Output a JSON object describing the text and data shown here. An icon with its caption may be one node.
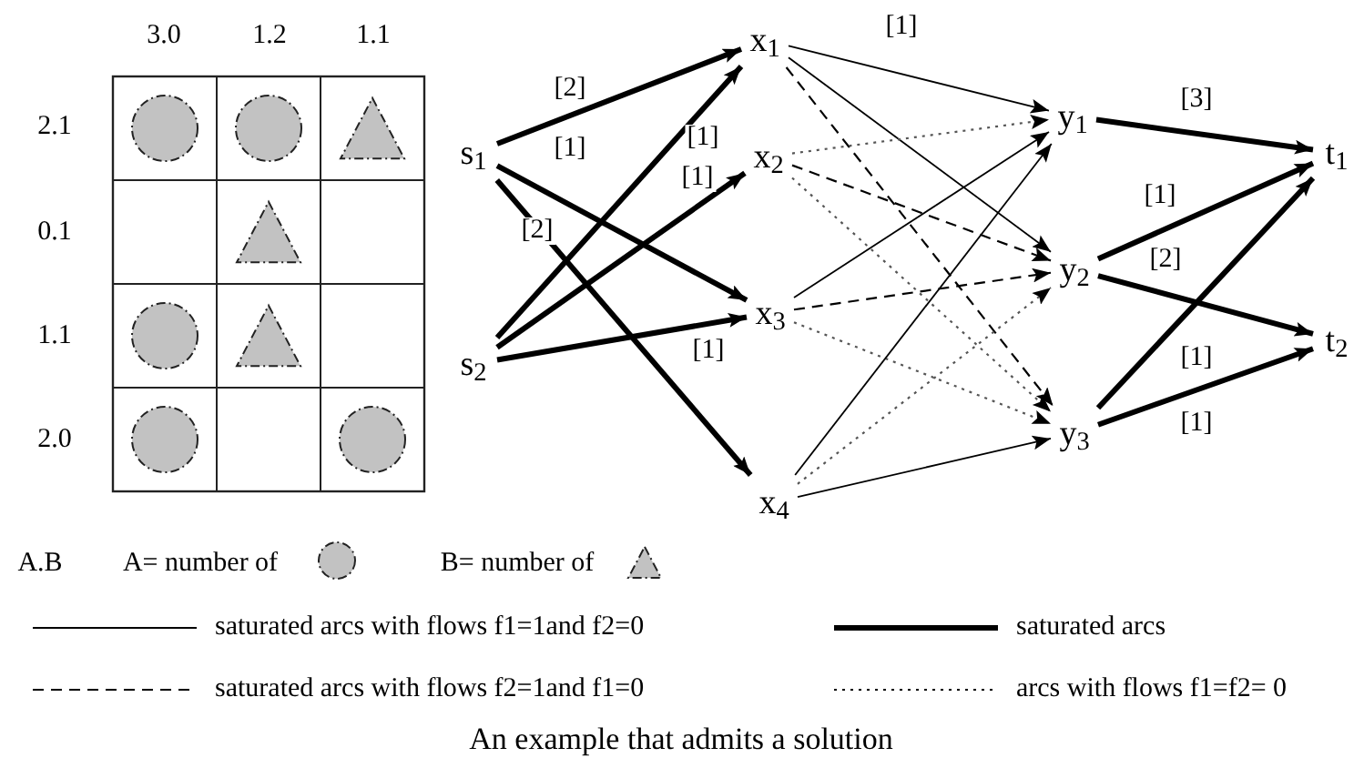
{
  "diagram": {
    "caption": "An example that admits a solution",
    "nodes": [
      {
        "text": [
          "s$_{1}$"
        ]
      },
      {
        "text": [
          "s$_{2}$"
        ]
      },
      {
        "text": [
          "x$_{1}$"
        ]
      },
      {
        "text": [
          "x$_{2}$"
        ]
      },
      {
        "text": [
          "x$_{3}$"
        ]
      },
      {
        "text": [
          "x$_{4}$"
        ]
      },
      {
        "text": [
          "y$_{1}$"
        ]
      },
      {
        "text": [
          "y$_{2}$"
        ]
      },
      {
        "text": [
          "y$_{3}$"
        ]
      },
      {
        "text": [
          "t$_{1}$"
        ]
      },
      {
        "text": [
          "t$_{2}$"
        ]
      }
    ],
    "edges": [
      {
        "from": 0,
        "to": 2,
        "arrow": "to",
        "label": "[2]",
        "style": "thick"
      },
      {
        "from": 0,
        "to": 4,
        "arrow": "to",
        "label": "[1]",
        "style": "thick"
      },
      {
        "from": 0,
        "to": 5,
        "arrow": "to",
        "label": "[2]",
        "style": "thick"
      },
      {
        "from": 1,
        "to": 2,
        "arrow": "to",
        "label": "[1]",
        "style": "thick"
      },
      {
        "from": 1,
        "to": 3,
        "arrow": "to",
        "label": "[1]",
        "style": "thick"
      },
      {
        "from": 1,
        "to": 4,
        "arrow": "to",
        "label": "[1]",
        "style": "thick"
      },
      {
        "from": 2,
        "to": 6,
        "arrow": "to",
        "label": "[1]"
      },
      {
        "from": 2,
        "to": 7,
        "arrow": "to"
      },
      {
        "from": 2,
        "to": 8,
        "arrow": "to",
        "style": "dashed"
      },
      {
        "from": 3,
        "to": 6,
        "arrow": "to",
        "style": "dashed",
        "color": "#555555"
      },
      {
        "from": 3,
        "to": 7,
        "arrow": "to",
        "style": "dashed"
      },
      {
        "from": 3,
        "to": 8,
        "arrow": "to",
        "style": "dashed",
        "color": "#555555"
      },
      {
        "from": 4,
        "to": 6,
        "arrow": "to"
      },
      {
        "from": 4,
        "to": 7,
        "arrow": "to",
        "style": "dashed"
      },
      {
        "from": 4,
        "to": 8,
        "arrow": "to",
        "style": "dashed",
        "color": "#555555"
      },
      {
        "from": 5,
        "to": 6,
        "arrow": "to"
      },
      {
        "from": 5,
        "to": 7,
        "arrow": "to",
        "style": "dashed",
        "color": "#555555"
      },
      {
        "from": 5,
        "to": 8,
        "arrow": "to"
      },
      {
        "from": 6,
        "to": 9,
        "arrow": "to",
        "label": "[3]",
        "style": "thick"
      },
      {
        "from": 7,
        "to": 9,
        "arrow": "to",
        "label": "[1]",
        "style": "thick"
      },
      {
        "from": 7,
        "to": 10,
        "arrow": "to",
        "label": "[2]",
        "style": "thick"
      },
      {
        "from": 8,
        "to": 9,
        "arrow": "to",
        "label": "[1]",
        "style": "thick"
      },
      {
        "from": 8,
        "to": 10,
        "arrow": "to",
        "label": "[1]",
        "style": "thick"
      }
    ],
    "labels": [
      "3.0",
      "1.2",
      "1.1",
      "2.1",
      "0.1",
      "1.1",
      "2.0",
      "A.B",
      "A= number of",
      "B= number of"
    ],
    "legend": [
      {
        "text": "saturated arcs with flows f1=1and f2=0"
      },
      {
        "text": "saturated arcs"
      },
      {
        "text": "saturated arcs with flows f2=1and f1=0"
      },
      {
        "text": "arcs with flows f1=f2= 0"
      }
    ]
  }
}
